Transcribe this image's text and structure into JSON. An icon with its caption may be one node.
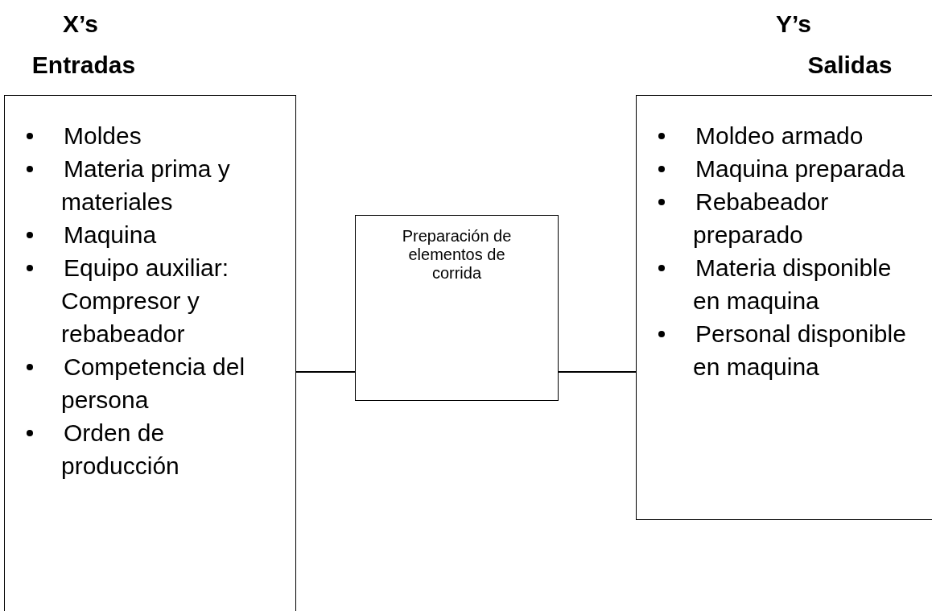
{
  "diagram": {
    "nodes": [
      {
        "text": [
          "Moldes",
          "Materia prima y materiales",
          "Maquina",
          "Equipo auxiliar: Compresor y rebabeador",
          "Competencia del persona",
          "Orden de producción"
        ],
        "beside": [
          "X’s",
          "Entradas"
        ]
      },
      {
        "text": [
          "Preparación de elementos de corrida"
        ]
      },
      {
        "text": [
          "Moldeo armado",
          "Maquina preparada",
          "Rebabeador preparado",
          "Materia disponible en maquina",
          "Personal disponible en maquina"
        ],
        "beside": [
          "Y’s",
          "Salidas"
        ]
      }
    ],
    "edges": [
      {
        "from": 0,
        "to": 1,
        "arrow": "none"
      },
      {
        "from": 1,
        "to": 2,
        "arrow": "none"
      }
    ]
  }
}
